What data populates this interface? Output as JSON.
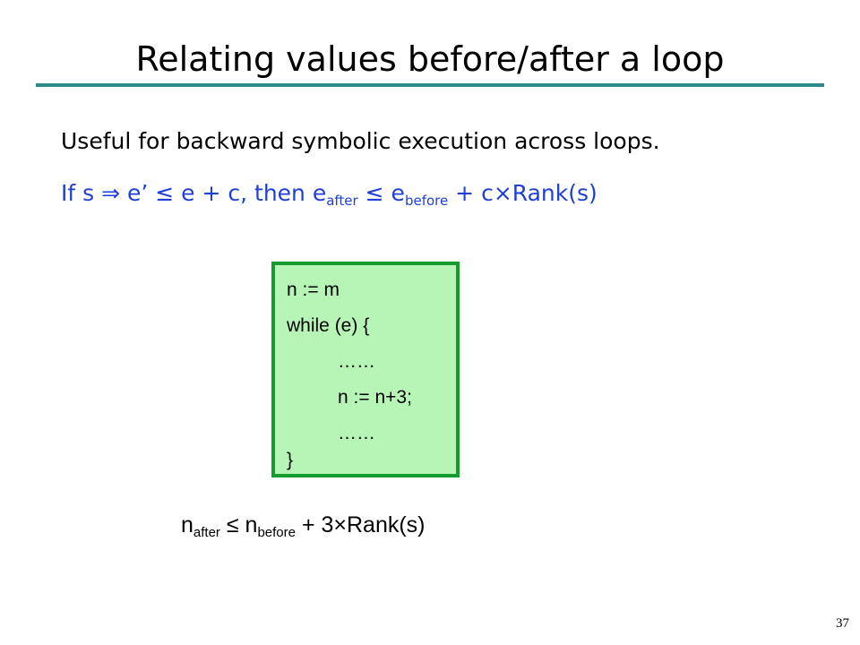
{
  "slide": {
    "title": "Relating values before/after a loop",
    "page_number": "37"
  },
  "body": {
    "line1": "Useful for backward symbolic execution across loops.",
    "line2": {
      "part1": "If s ⇒ e’ ≤ e + c, then e",
      "sub_after": "after",
      "part2": " ≤ e",
      "sub_before": "before",
      "part3": " + c×Rank(s)"
    }
  },
  "code": {
    "lines": [
      "n := m",
      "while (e) {",
      "……",
      "n := n+3;",
      "……",
      "}"
    ]
  },
  "formula": {
    "base1": "n",
    "sub_after": "after",
    "op": " ≤ ",
    "base2": "n",
    "sub_before": "before",
    "tail": " + 3×Rank(s)"
  },
  "colors": {
    "title_rule": "#2e8b8b",
    "highlight_text": "#1f3fd8",
    "code_fill": "#b7f5b7",
    "code_border": "#169c2e"
  }
}
